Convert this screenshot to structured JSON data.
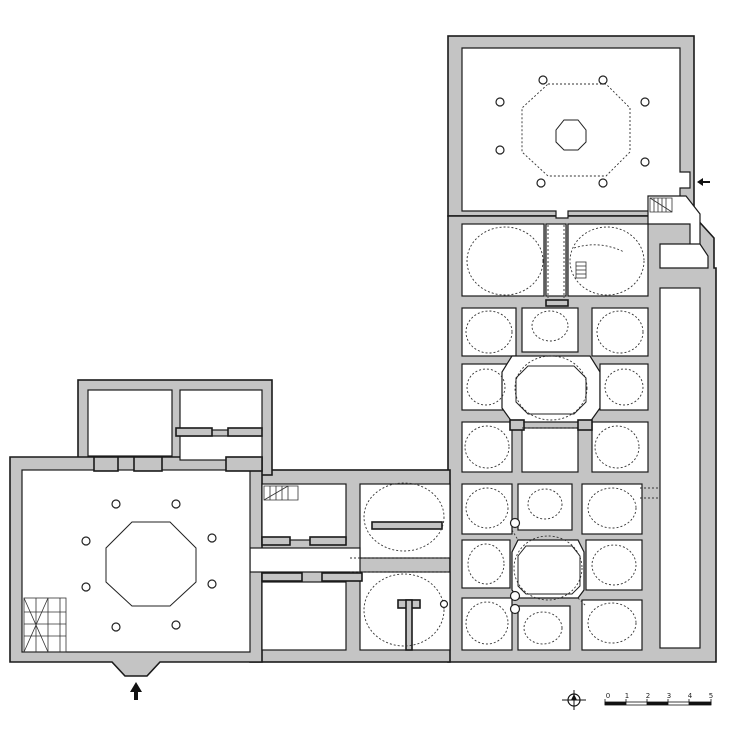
{
  "scale_bar": {
    "labels": [
      "0",
      "1",
      "2",
      "3",
      "4",
      "5"
    ]
  },
  "icons": {
    "north": "north-arrow-icon",
    "entrance": "entrance-arrow-icon",
    "side_entrance": "side-entrance-arrow-icon",
    "stairs": "staircase-icon"
  }
}
